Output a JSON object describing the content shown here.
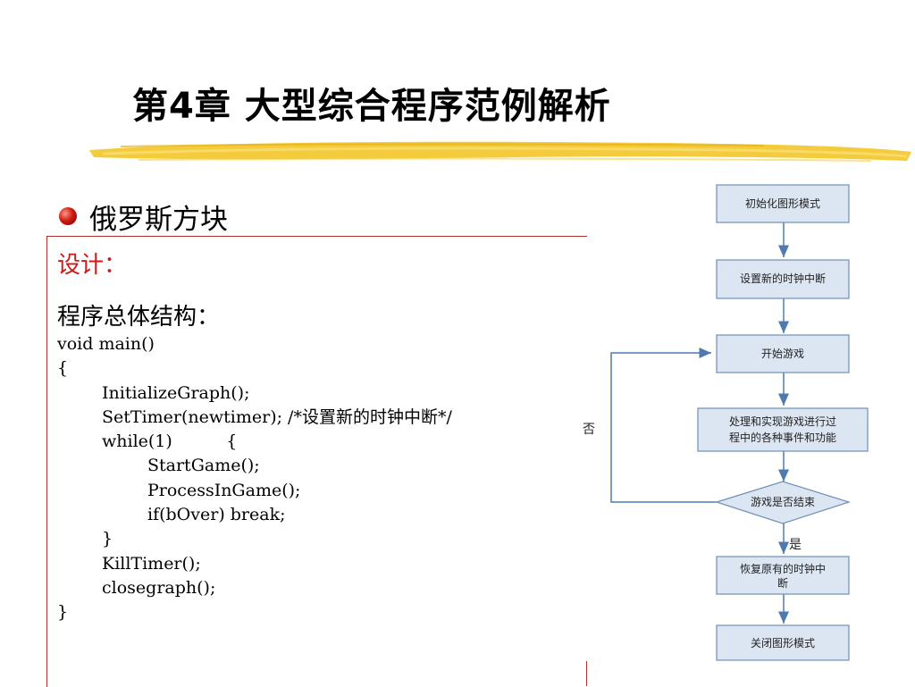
{
  "slide": {
    "title": "第4章  大型综合程序范例解析",
    "subtitle": "俄罗斯方块",
    "design_label": "设计：",
    "structure_label": "程序总体结构：",
    "code_lines": [
      "void main()",
      "{",
      "InitializeGraph();",
      "SetTimer(newtimer); /*设置新的时钟中断*/",
      "while(1)          {",
      "StartGame();",
      "ProcessInGame();",
      "if(bOver) break;",
      "}",
      "KillTimer();",
      "closegraph();",
      "}"
    ]
  },
  "flowchart": {
    "nodes": [
      {
        "id": "init",
        "lines": [
          "初始化图形模式"
        ]
      },
      {
        "id": "settimer",
        "lines": [
          "设置新的时钟中断"
        ]
      },
      {
        "id": "start",
        "lines": [
          "开始游戏"
        ]
      },
      {
        "id": "process",
        "lines": [
          "处理和实现游戏进行过",
          "程中的各种事件和功能"
        ]
      },
      {
        "id": "check",
        "lines": [
          "游戏是否结束"
        ]
      },
      {
        "id": "restore",
        "lines": [
          "恢复原有的时钟中",
          "断"
        ]
      },
      {
        "id": "close",
        "lines": [
          "关闭图形模式"
        ]
      }
    ],
    "yes_label": "是",
    "no_label": "否"
  },
  "colors": {
    "design_label": "#d01818",
    "flow_box_fill": "#dce6f2",
    "flow_border": "#6f8fb8",
    "flow_arrow": "#4f7ab0",
    "brush": "#f2c21a"
  }
}
